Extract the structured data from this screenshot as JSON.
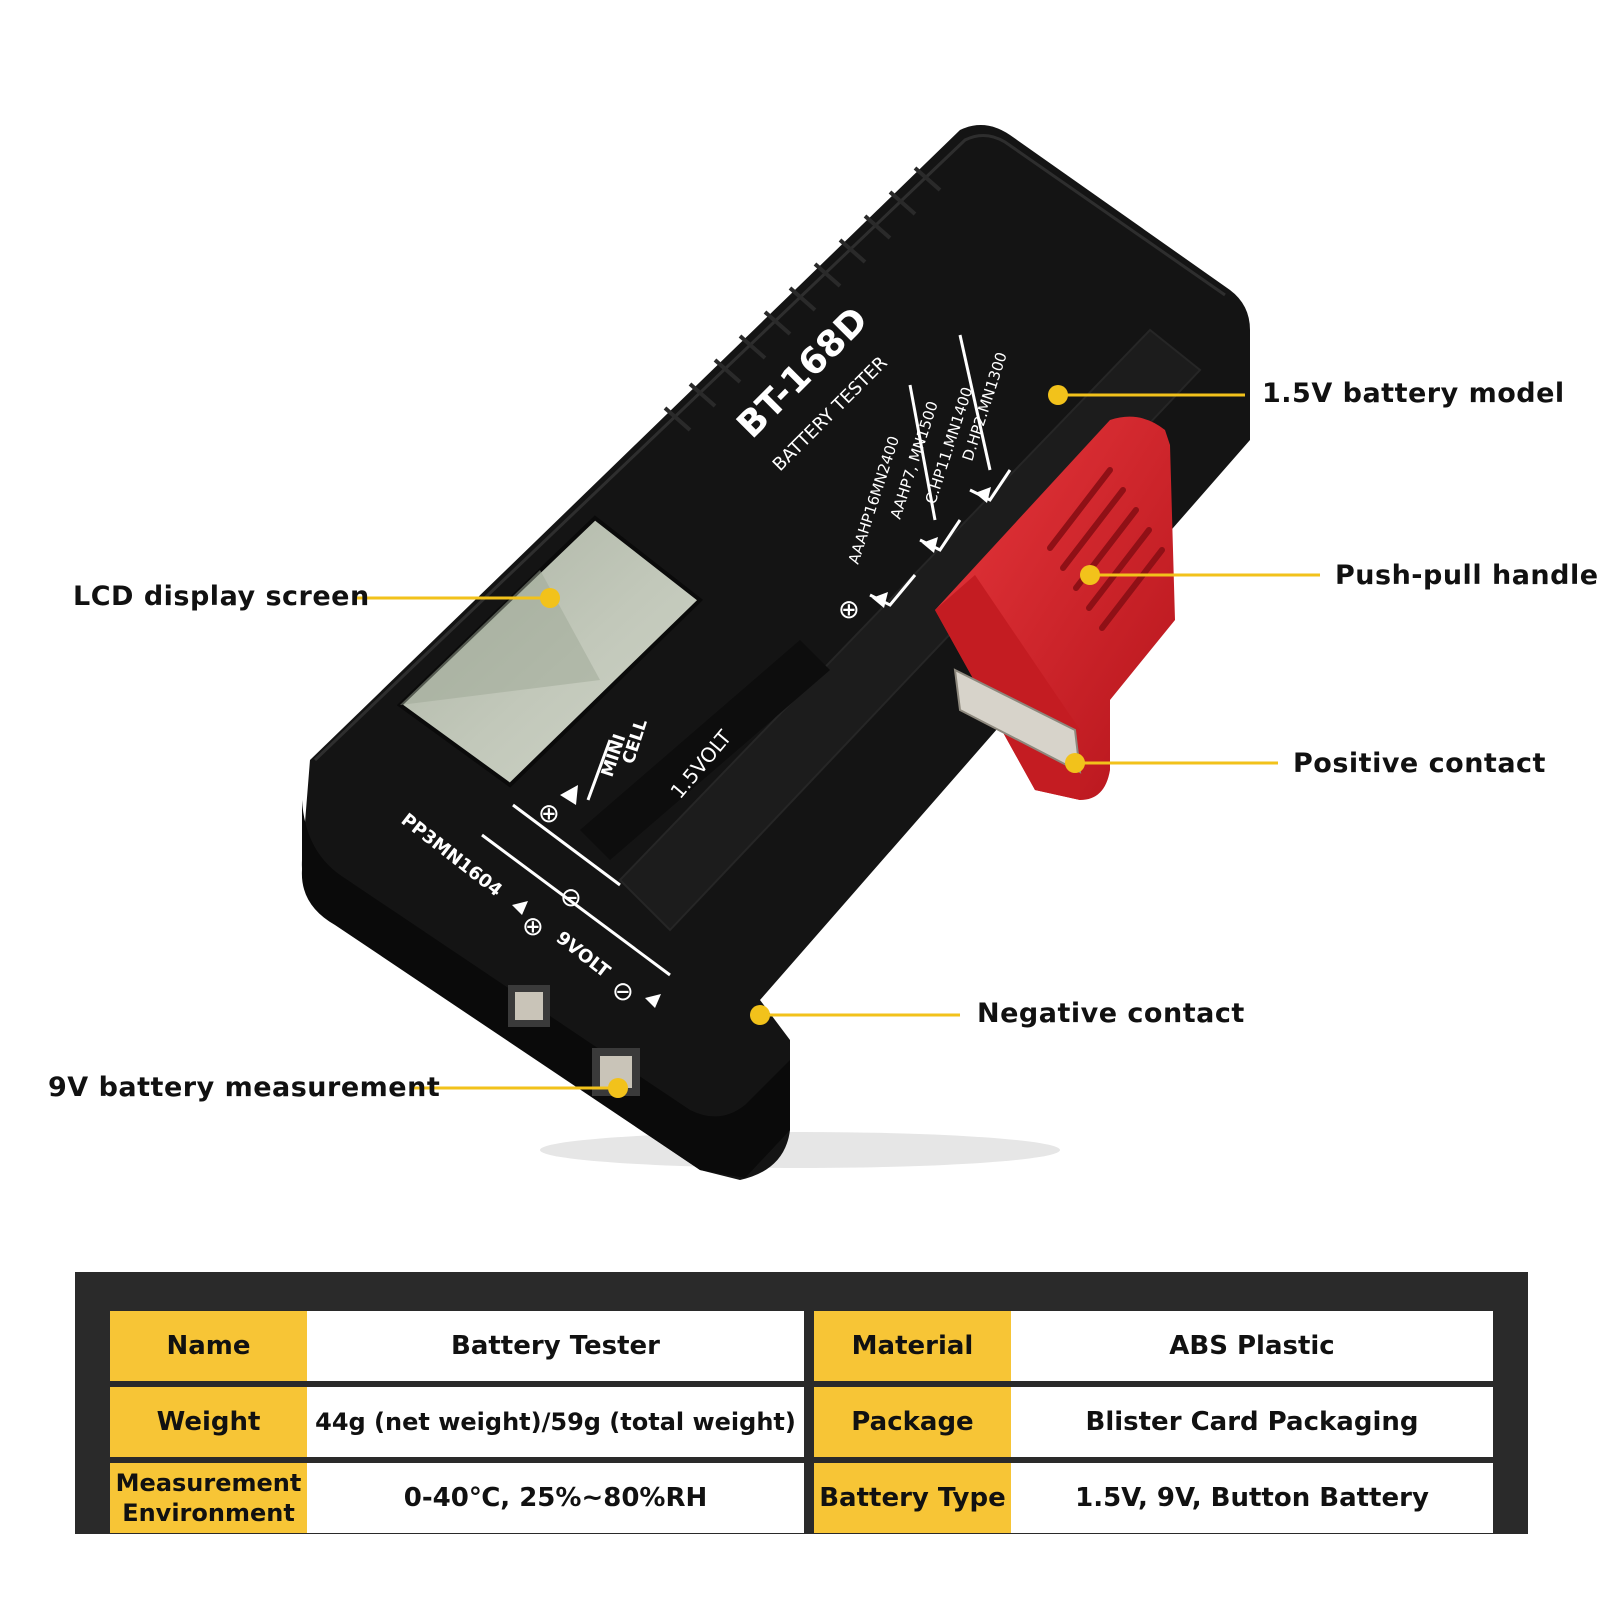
{
  "device": {
    "model": "BT-168D",
    "subtitle": "BATTERY TESTER",
    "labels": {
      "aaa": "AAAHP16MN2400",
      "aa": "AAHP7, MN1500",
      "c": "C.HP11.MN1400",
      "d": "D.HP2.MN1300",
      "mini_line1": "MINI",
      "mini_line2": "CELL",
      "volt15": "1.5VOLT",
      "pp3": "PP3MN1604",
      "volt9": "9VOLT",
      "plus": "⊕",
      "minus": "⊖"
    }
  },
  "callouts": {
    "battery_model": "1.5V battery model",
    "lcd": "LCD display screen",
    "handle": "Push-pull handle",
    "positive": "Positive contact",
    "negative": "Negative contact",
    "nine_volt": "9V battery measurement"
  },
  "specs": [
    {
      "k1": "Name",
      "v1": "Battery Tester",
      "k2": "Material",
      "v2": "ABS Plastic"
    },
    {
      "k1": "Weight",
      "v1": "44g (net weight)/59g (total weight)",
      "k2": "Package",
      "v2": "Blister Card Packaging"
    },
    {
      "k1": "Measurement Environment",
      "v1": "0-40℃, 25%~80%RH",
      "k2": "Battery Type",
      "v2": "1.5V, 9V, Button Battery"
    }
  ],
  "colors": {
    "callout_line": "#f2c21b",
    "device_body": "#141414",
    "handle": "#d8232a",
    "lcd": "#b9c0b0",
    "table_key": "#f7c536",
    "table_frame": "#2a2a2a"
  }
}
